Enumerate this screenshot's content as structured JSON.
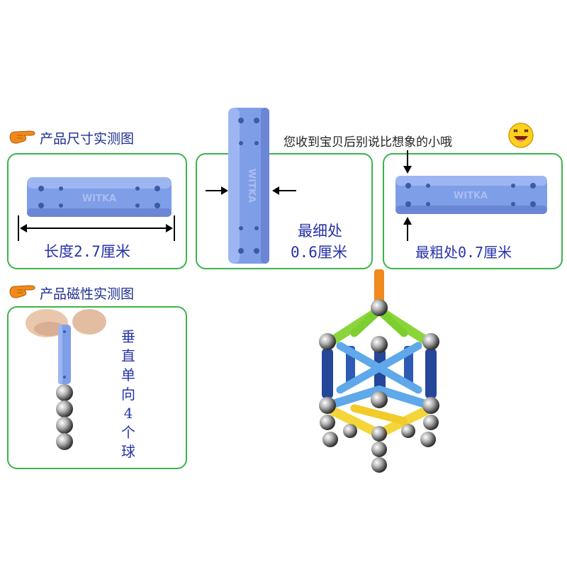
{
  "headings": {
    "size_measure": "产品尺寸实测图",
    "magnet_measure": "产品磁性实测图"
  },
  "tagline": "您收到宝贝后别说比想象的小哦",
  "piece_brand": "WITKA",
  "measurements": {
    "length": "长度2.7厘米",
    "thinnest_title": "最细处",
    "thinnest_value": "0.6厘米",
    "thickest": "最粗处0.7厘米"
  },
  "magnet_test": [
    "垂",
    "直",
    "单",
    "向",
    "4",
    "个",
    "球"
  ],
  "colors": {
    "box_border": "#3cb44a",
    "piece_blue": "#7f9ee8",
    "text_blue": "#2733a8",
    "hand_orange": "#f08a1c",
    "smiley_yellow": "#ffd21f"
  },
  "icons": {
    "pointing_hand": "pointing-hand-icon",
    "smiley": "laughing-smiley-icon"
  }
}
